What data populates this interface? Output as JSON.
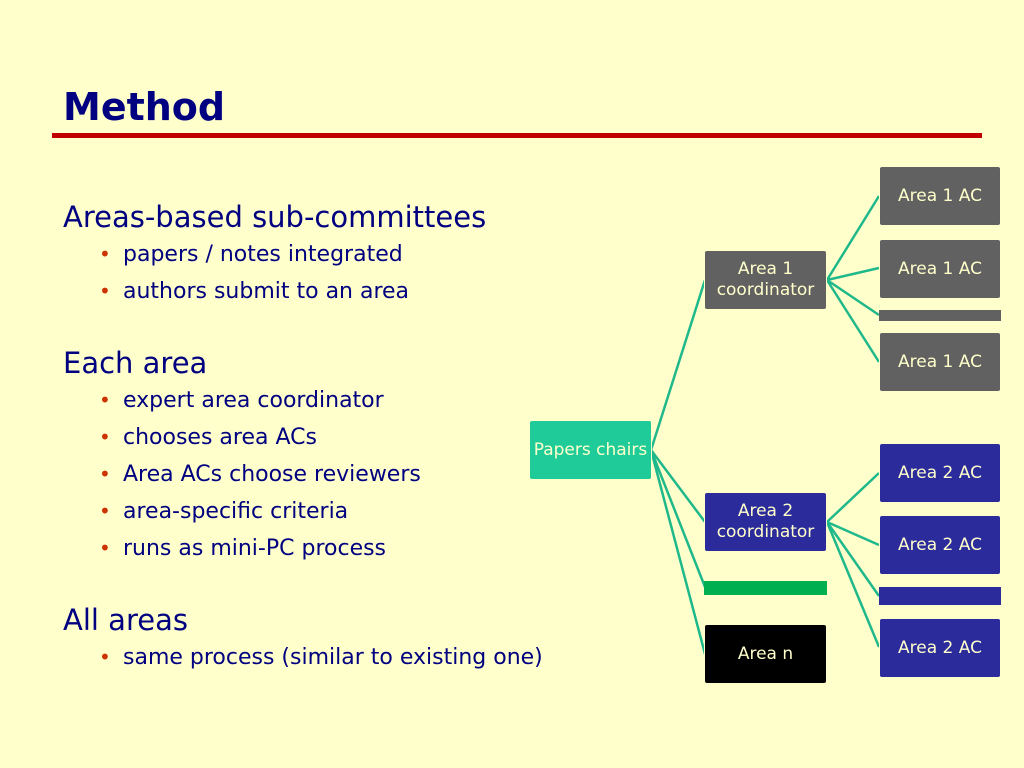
{
  "slide": {
    "title": "Method",
    "sections": [
      {
        "heading": "Areas-based sub-committees",
        "bullets": [
          "papers / notes integrated",
          "authors submit to an area"
        ]
      },
      {
        "heading": "Each area",
        "bullets": [
          "expert area coordinator",
          "chooses area ACs",
          "Area ACs choose reviewers",
          "area-specific criteria",
          "runs as mini-PC process"
        ]
      },
      {
        "heading": "All areas",
        "bullets": [
          "same process (similar to existing one)"
        ]
      }
    ]
  },
  "diagram": {
    "root": "Papers chairs",
    "area1": {
      "coordinator": "Area 1 coordinator",
      "acs": [
        "Area 1 AC",
        "Area 1 AC",
        "Area 1 AC"
      ]
    },
    "area2": {
      "coordinator": "Area 2 coordinator",
      "acs": [
        "Area 2 AC",
        "Area 2 AC",
        "Area 2 AC"
      ]
    },
    "arean": "Area n",
    "colors": {
      "connector": "#1fb88a",
      "chairs": "#1fcc99",
      "area1": "#616161",
      "area2": "#2b2b9b",
      "arean": "#000000",
      "accent_bar": "#00b050"
    }
  }
}
